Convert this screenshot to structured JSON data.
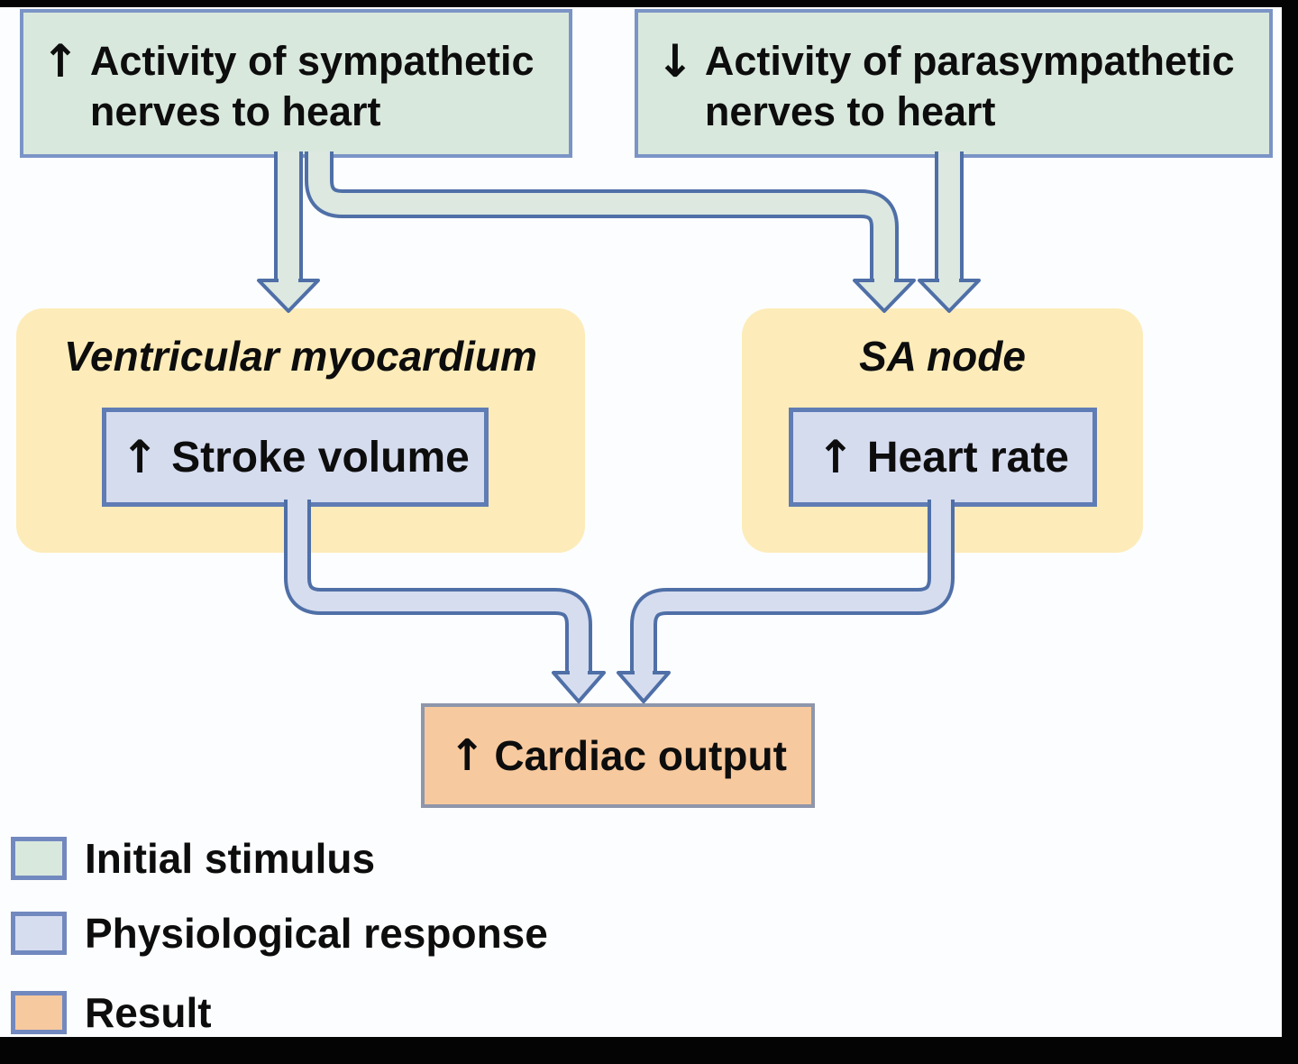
{
  "colors": {
    "background": "#fcfdfe",
    "frame_black": "#040404",
    "initial_stimulus_fill": "#d9e8dd",
    "initial_stimulus_border": "#7b94c6",
    "organ_region_fill": "#fdecb9",
    "response_fill": "#d5dcee",
    "response_border": "#5f7cb5",
    "result_fill": "#f7c99e",
    "result_border": "#8e96ab",
    "connector_outline": "#4f6fa7",
    "connector_fill_green": "#dce8e0",
    "connector_fill_lavender": "#d6ddef"
  },
  "stimuli": {
    "sympathetic": {
      "arrow": "↑",
      "line1": "Activity of sympathetic",
      "line2": "nerves to heart"
    },
    "parasympathetic": {
      "arrow": "↓",
      "line1": "Activity of parasympathetic",
      "line2": "nerves to heart"
    }
  },
  "organs": {
    "ventricular_myocardium": {
      "title": "Ventricular myocardium",
      "response_arrow": "↑",
      "response_label": "Stroke volume"
    },
    "sa_node": {
      "title": "SA node",
      "response_arrow": "↑",
      "response_label": "Heart rate"
    }
  },
  "result": {
    "arrow": "↑",
    "label": "Cardiac output"
  },
  "legend": {
    "items": [
      {
        "label": "Initial stimulus",
        "swatch": "#d9e8dd"
      },
      {
        "label": "Physiological response",
        "swatch": "#d6ddef"
      },
      {
        "label": "Result",
        "swatch": "#f7c99e"
      }
    ]
  }
}
